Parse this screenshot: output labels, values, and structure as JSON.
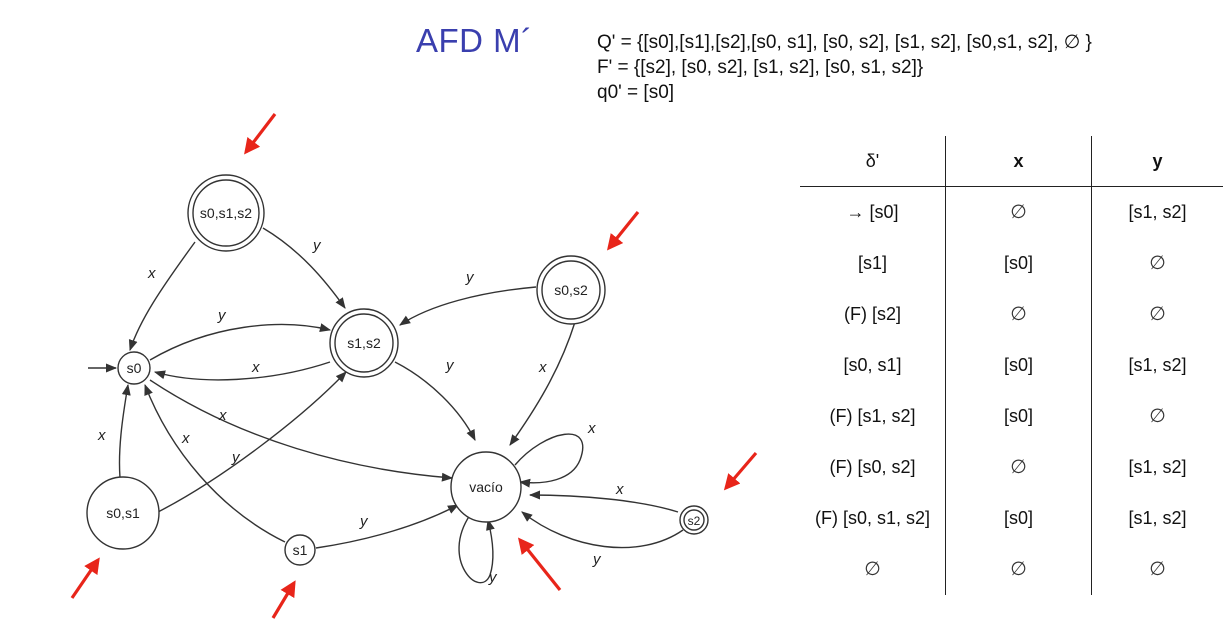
{
  "title": "AFD M´",
  "definitions": {
    "Q_prime": "Q' = {[s0],[s1],[s2],[s0, s1], [s0, s2], [s1, s2], [s0,s1, s2], ∅ }",
    "F_prime": "F' = {[s2], [s0, s2], [s1, s2], [s0, s1, s2]}",
    "q0_prime": "q0' = [s0]"
  },
  "diagram": {
    "states": [
      {
        "id": "s0",
        "label": "s0",
        "accepting": false,
        "initial": true
      },
      {
        "id": "s1",
        "label": "s1",
        "accepting": false
      },
      {
        "id": "s2",
        "label": "s2",
        "accepting": true
      },
      {
        "id": "s0s1",
        "label": "s0,s1",
        "accepting": false
      },
      {
        "id": "s0s2",
        "label": "s0,s2",
        "accepting": true
      },
      {
        "id": "s1s2",
        "label": "s1,s2",
        "accepting": true
      },
      {
        "id": "s0s1s2",
        "label": "s0,s1,s2",
        "accepting": true
      },
      {
        "id": "vacio",
        "label": "vacío",
        "accepting": false
      }
    ],
    "transitions": [
      {
        "from": "s0s1s2",
        "to": "s0",
        "label": "x"
      },
      {
        "from": "s0s1s2",
        "to": "s1s2",
        "label": "y"
      },
      {
        "from": "s0",
        "to": "s1s2",
        "label": "y"
      },
      {
        "from": "s1s2",
        "to": "s0",
        "label": "x"
      },
      {
        "from": "s0s2",
        "to": "s1s2",
        "label": "y"
      },
      {
        "from": "s0s2",
        "to": "vacio",
        "label": "x"
      },
      {
        "from": "s1s2",
        "to": "vacio",
        "label": "y"
      },
      {
        "from": "s0",
        "to": "vacio",
        "label": "x"
      },
      {
        "from": "s0s1",
        "to": "s0",
        "label": "x"
      },
      {
        "from": "s0s1",
        "to": "s1s2",
        "label": "y"
      },
      {
        "from": "s1",
        "to": "s0",
        "label": "x"
      },
      {
        "from": "s1",
        "to": "vacio",
        "label": "y"
      },
      {
        "from": "vacio",
        "to": "vacio",
        "label": "x"
      },
      {
        "from": "vacio",
        "to": "vacio",
        "label": "y"
      },
      {
        "from": "s2",
        "to": "vacio",
        "label": "x"
      },
      {
        "from": "s2",
        "to": "vacio",
        "label": "y"
      }
    ],
    "highlight_color": "#e8251a"
  },
  "table": {
    "headers": [
      "δ'",
      "x",
      "y"
    ],
    "rows": [
      [
        "→  [s0]",
        "∅",
        "[s1, s2]"
      ],
      [
        "[s1]",
        "[s0]",
        "∅"
      ],
      [
        "(F) [s2]",
        "∅",
        "∅"
      ],
      [
        "[s0, s1]",
        "[s0]",
        "[s1, s2]"
      ],
      [
        "(F) [s1, s2]",
        "[s0]",
        "∅"
      ],
      [
        "(F) [s0, s2]",
        "∅",
        "[s1, s2]"
      ],
      [
        "(F) [s0, s1, s2]",
        "[s0]",
        "[s1, s2]"
      ],
      [
        "∅",
        "∅",
        "∅"
      ]
    ]
  },
  "colors": {
    "title": "#3a3fae",
    "arrows": "#e8251a"
  }
}
